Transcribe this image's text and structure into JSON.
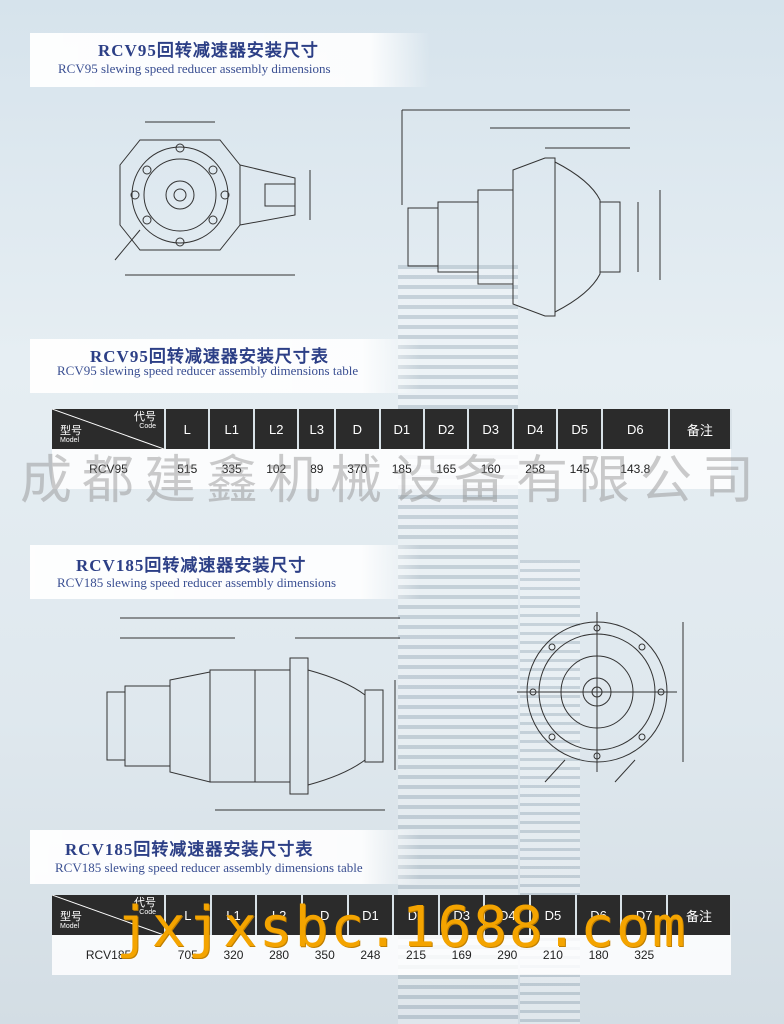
{
  "sections": [
    {
      "title_cn": "RCV95回转减速器安装尺寸",
      "title_en": "RCV95 slewing speed reducer assembly dimensions"
    },
    {
      "title_cn": "RCV95回转减速器安装尺寸表",
      "title_en": "RCV95 slewing speed reducer assembly dimensions table"
    },
    {
      "title_cn": "RCV185回转减速器安装尺寸",
      "title_en": "RCV185 slewing speed reducer assembly dimensions"
    },
    {
      "title_cn": "RCV185回转减速器安装尺寸表",
      "title_en": "RCV185 slewing speed reducer assembly dimensions table"
    }
  ],
  "header_cell": {
    "code_cn": "代号",
    "code_en": "Code",
    "model_cn": "型号",
    "model_en": "Model"
  },
  "remark": "备注",
  "table1": {
    "columns": [
      "L",
      "L1",
      "L2",
      "L3",
      "D",
      "D1",
      "D2",
      "D3",
      "D4",
      "D5",
      "D6"
    ],
    "rows": [
      {
        "model": "RCV95",
        "values": [
          "515",
          "335",
          "102",
          "89",
          "370",
          "185",
          "165",
          "160",
          "258",
          "145",
          "143.8"
        ]
      }
    ]
  },
  "table2": {
    "columns": [
      "L",
      "L1",
      "L2",
      "D",
      "D1",
      "D2",
      "D3",
      "D4",
      "D5",
      "D6",
      "D7"
    ],
    "rows": [
      {
        "model": "RCV185",
        "values": [
          "705",
          "320",
          "280",
          "350",
          "248",
          "215",
          "169",
          "290",
          "210",
          "180",
          "325"
        ]
      }
    ]
  },
  "watermark": "成都建鑫机械设备有限公司",
  "url_watermark": "jxjxsbc.1688.com"
}
